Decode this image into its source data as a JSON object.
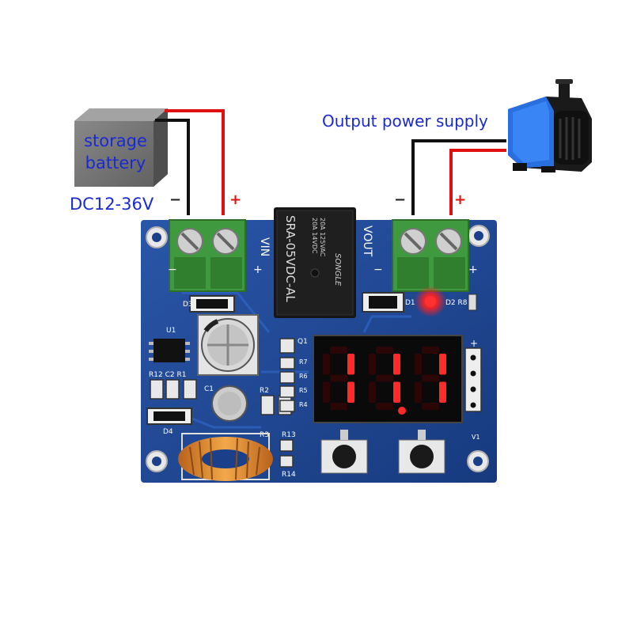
{
  "battery": {
    "line1": "storage",
    "line2": "battery",
    "voltage": "DC12-36V"
  },
  "output": {
    "label": "Output power supply"
  },
  "polarity": {
    "negative": "−",
    "positive": "+"
  },
  "board": {
    "vin_label": "VIN",
    "vout_label": "VOUT",
    "display_digits": [
      "1",
      "1",
      "1"
    ],
    "display_text": "11.1",
    "relay": {
      "model": "SRA-05VDC-AL",
      "brand": "SONGLE",
      "rating1": "20A 14VDC",
      "rating2": "20A 125VAC"
    },
    "components": [
      "D3",
      "U1",
      "R12",
      "C2",
      "R1",
      "C1",
      "D4",
      "R3",
      "R2",
      "R13",
      "R14",
      "Q1",
      "D1",
      "D2",
      "R8",
      "V1",
      "R7",
      "R6",
      "R5",
      "R4"
    ]
  },
  "colors": {
    "label_blue": "#1a2ad0",
    "wire_red": "#e01010",
    "wire_black": "#111111",
    "pcb_blue": "#1c3f8a",
    "terminal_green": "#3f9a3f",
    "segment_red": "#ff2a2a"
  }
}
